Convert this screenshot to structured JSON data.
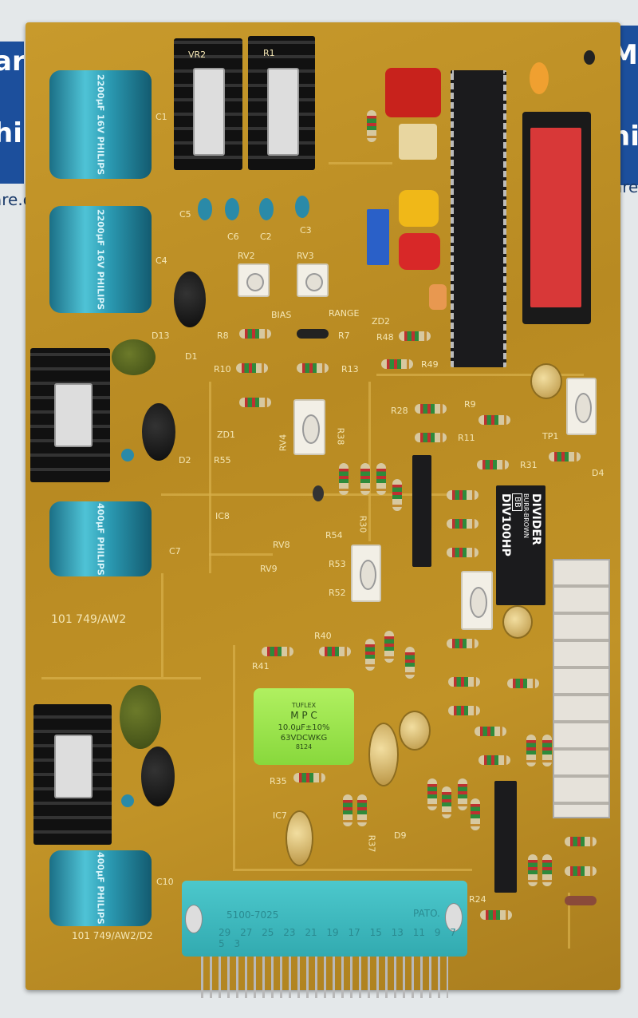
{
  "watermark": {
    "left_a": "ari",
    "left_b": "hip",
    "left_c": "are.c",
    "right_a": "Mar",
    "right_b": "hip",
    "right_c": "are.c"
  },
  "colors": {
    "board": "#c19327",
    "capacitor": "#3ab0c8",
    "connector": "#3cbcc0",
    "socket": "#d83838",
    "film_cap": "#8ce040",
    "banner": "#1c4f9c"
  },
  "board_text": {
    "board_id": "101 749/AW2",
    "board_id_bottom": "101 749/AW2/D2"
  },
  "capacitors": {
    "c1": "2200µF 16V PHILIPS",
    "c4": "2200µF 16V PHILIPS",
    "c_mid": "400µF PHILIPS",
    "c10": "400µF PHILIPS"
  },
  "divider_ic": {
    "title": "DIVIDER",
    "brand": "BURR-BROWN",
    "logo": "BB",
    "part": "DIV100HP"
  },
  "film_cap": {
    "brand": "TUFLEX",
    "type": "M P C",
    "value": "10.0µF±10%",
    "voltage": "63VDCWKG",
    "code": "8124"
  },
  "edge_connector": {
    "part": "5100-7025",
    "mark": "PATO.",
    "pins": "29 27 25 23 21 19 17 15 13 11 9 7 5 3"
  },
  "silkscreen": {
    "c1": "C1",
    "c4": "C4",
    "c5": "C5",
    "c6": "C6",
    "c2": "C2",
    "c3": "C3",
    "c7": "C7",
    "c10": "C10",
    "rv2": "RV2",
    "rv3": "RV3",
    "rv4": "RV4",
    "rv8": "RV8",
    "rv9": "RV9",
    "range": "RANGE",
    "bias": "BIAS",
    "r7": "R7",
    "r8": "R8",
    "r9": "R9",
    "r10": "R10",
    "r11": "R11",
    "r13": "R13",
    "r28": "R28",
    "r30": "R30",
    "r31": "R31",
    "r35": "R35",
    "r37": "R37",
    "r38": "R38",
    "r40": "R40",
    "r41": "R41",
    "r48": "R48",
    "r49": "R49",
    "r52": "R52",
    "r53": "R53",
    "r54": "R54",
    "r55": "R55",
    "r24": "R24",
    "zd1": "ZD1",
    "zd2": "ZD2",
    "d1": "D1",
    "d2": "D2",
    "d4": "D4",
    "d9": "D9",
    "d13": "D13",
    "ic7": "IC7",
    "ic8": "IC8",
    "tp1": "TP1",
    "vr2": "VR2",
    "r1": "R1"
  }
}
